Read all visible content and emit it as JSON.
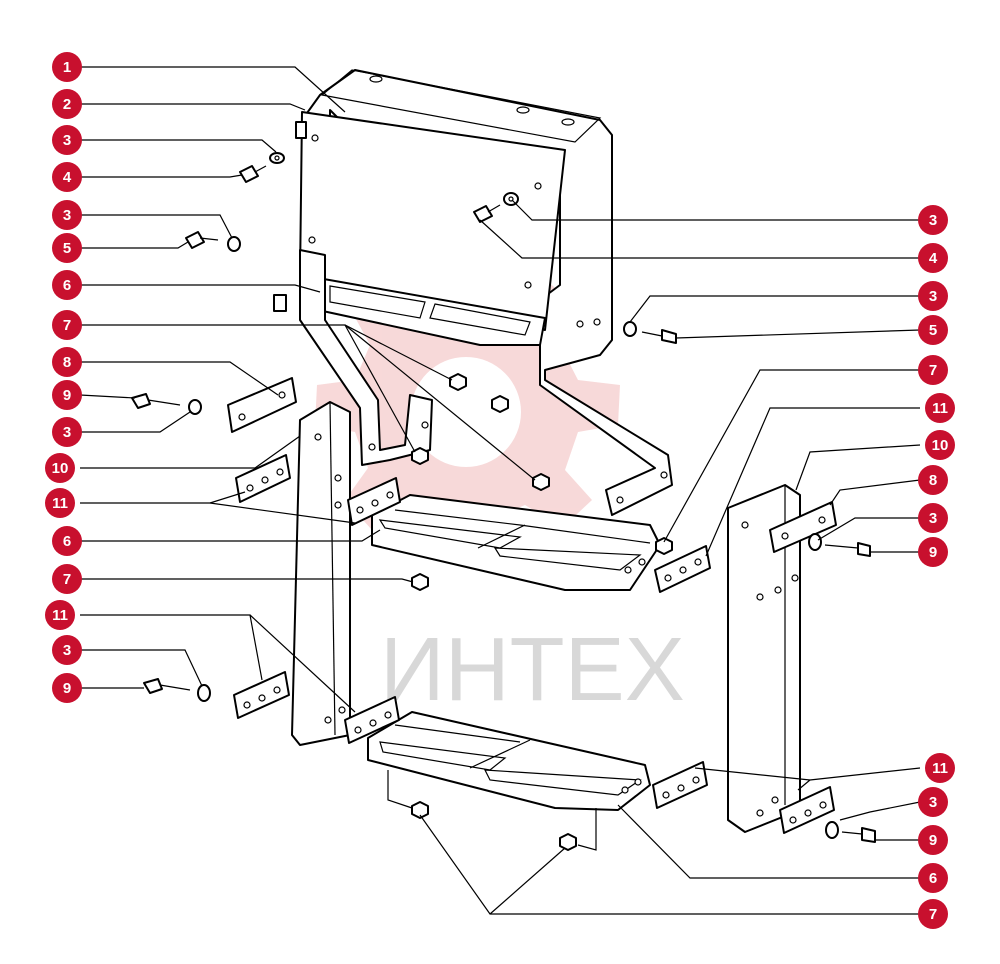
{
  "watermark": {
    "text": "ИНТЕХ",
    "color": "#f4c7c7"
  },
  "callout_color": "#c8102e",
  "callouts": [
    {
      "label": "1"
    },
    {
      "label": "2"
    },
    {
      "label": "3"
    },
    {
      "label": "4"
    },
    {
      "label": "3"
    },
    {
      "label": "5"
    },
    {
      "label": "6"
    },
    {
      "label": "7"
    },
    {
      "label": "8"
    },
    {
      "label": "9"
    },
    {
      "label": "3"
    },
    {
      "label": "10"
    },
    {
      "label": "11"
    },
    {
      "label": "6"
    },
    {
      "label": "7"
    },
    {
      "label": "11"
    },
    {
      "label": "3"
    },
    {
      "label": "9"
    },
    {
      "label": "3"
    },
    {
      "label": "4"
    },
    {
      "label": "3"
    },
    {
      "label": "5"
    },
    {
      "label": "7"
    },
    {
      "label": "11"
    },
    {
      "label": "10"
    },
    {
      "label": "8"
    },
    {
      "label": "3"
    },
    {
      "label": "9"
    },
    {
      "label": "11"
    },
    {
      "label": "3"
    },
    {
      "label": "9"
    },
    {
      "label": "6"
    },
    {
      "label": "7"
    }
  ]
}
